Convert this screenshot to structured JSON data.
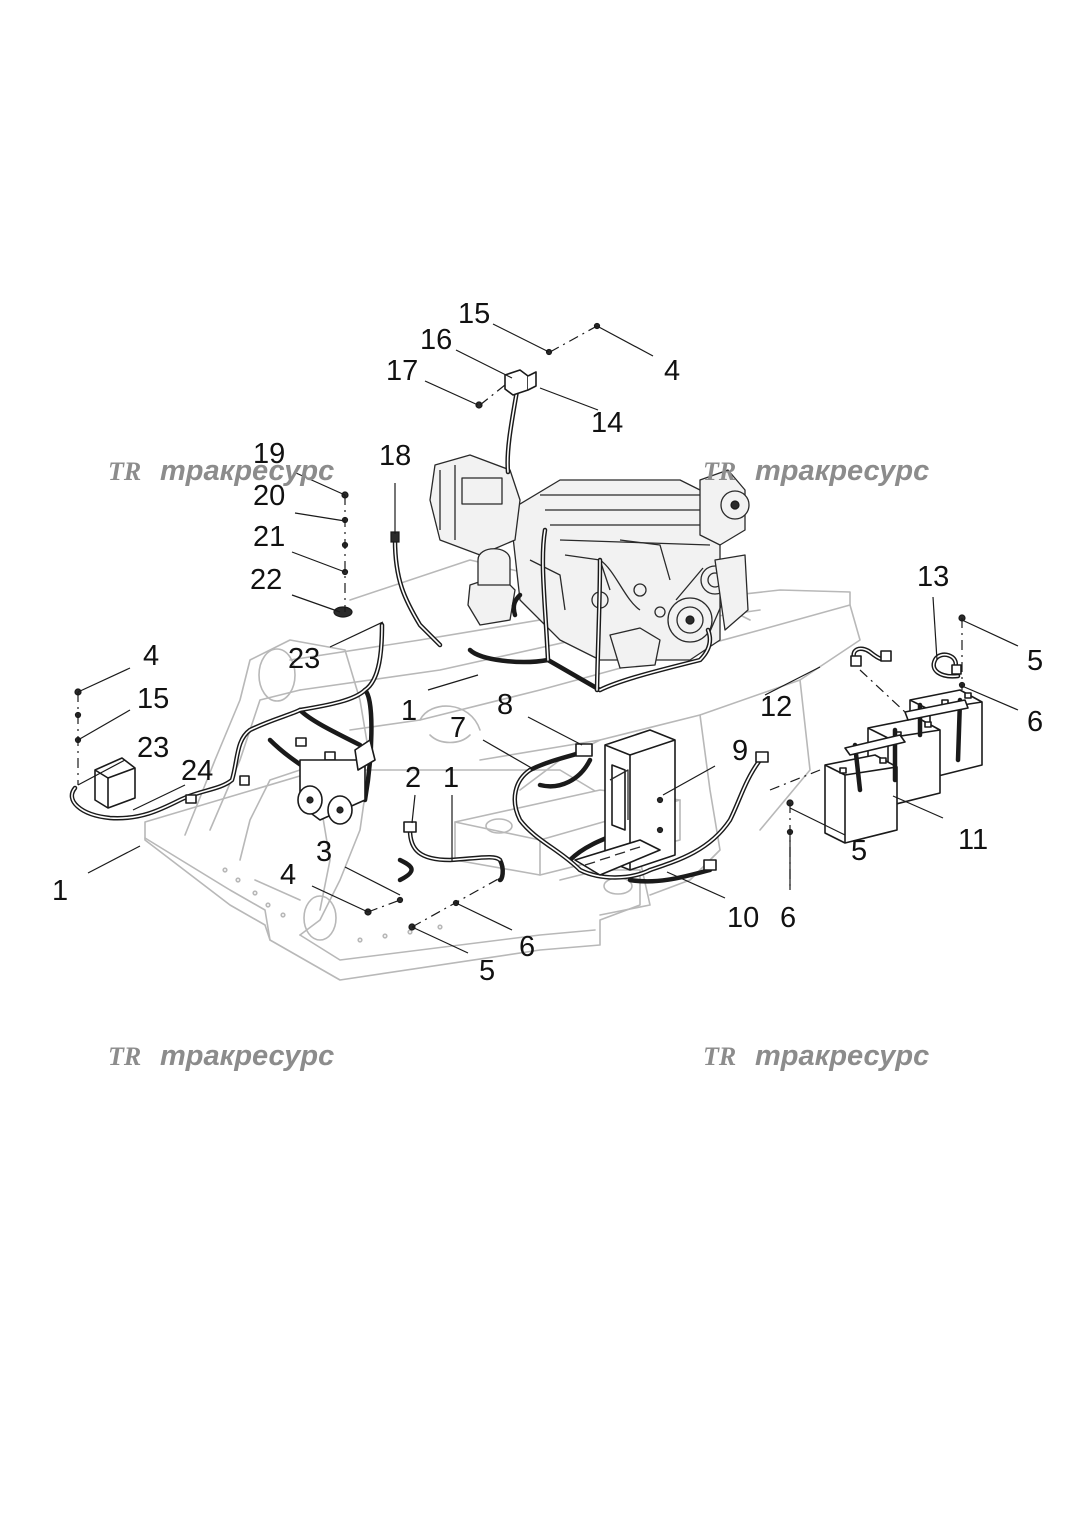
{
  "watermark": {
    "mark": "TR",
    "text": "тракресурс",
    "color": "#8c8c8c"
  },
  "callouts": [
    {
      "id": "c-15-top",
      "label": "15"
    },
    {
      "id": "c-16",
      "label": "16"
    },
    {
      "id": "c-17",
      "label": "17"
    },
    {
      "id": "c-4-top",
      "label": "4"
    },
    {
      "id": "c-14",
      "label": "14"
    },
    {
      "id": "c-19",
      "label": "19"
    },
    {
      "id": "c-18",
      "label": "18"
    },
    {
      "id": "c-20",
      "label": "20"
    },
    {
      "id": "c-21",
      "label": "21"
    },
    {
      "id": "c-22",
      "label": "22"
    },
    {
      "id": "c-13",
      "label": "13"
    },
    {
      "id": "c-5-right",
      "label": "5"
    },
    {
      "id": "c-23-upper",
      "label": "23"
    },
    {
      "id": "c-4-left",
      "label": "4"
    },
    {
      "id": "c-15-left",
      "label": "15"
    },
    {
      "id": "c-1-mid",
      "label": "1"
    },
    {
      "id": "c-8",
      "label": "8"
    },
    {
      "id": "c-12",
      "label": "12"
    },
    {
      "id": "c-6-right",
      "label": "6"
    },
    {
      "id": "c-7",
      "label": "7"
    },
    {
      "id": "c-9",
      "label": "9"
    },
    {
      "id": "c-23-lower",
      "label": "23"
    },
    {
      "id": "c-24",
      "label": "24"
    },
    {
      "id": "c-2",
      "label": "2"
    },
    {
      "id": "c-1-center",
      "label": "1"
    },
    {
      "id": "c-11",
      "label": "11"
    },
    {
      "id": "c-5-battery",
      "label": "5"
    },
    {
      "id": "c-3",
      "label": "3"
    },
    {
      "id": "c-1-left",
      "label": "1"
    },
    {
      "id": "c-4-bottom",
      "label": "4"
    },
    {
      "id": "c-10",
      "label": "10"
    },
    {
      "id": "c-6-battery",
      "label": "6"
    },
    {
      "id": "c-6-bottom",
      "label": "6"
    },
    {
      "id": "c-5-bottom",
      "label": "5"
    }
  ]
}
